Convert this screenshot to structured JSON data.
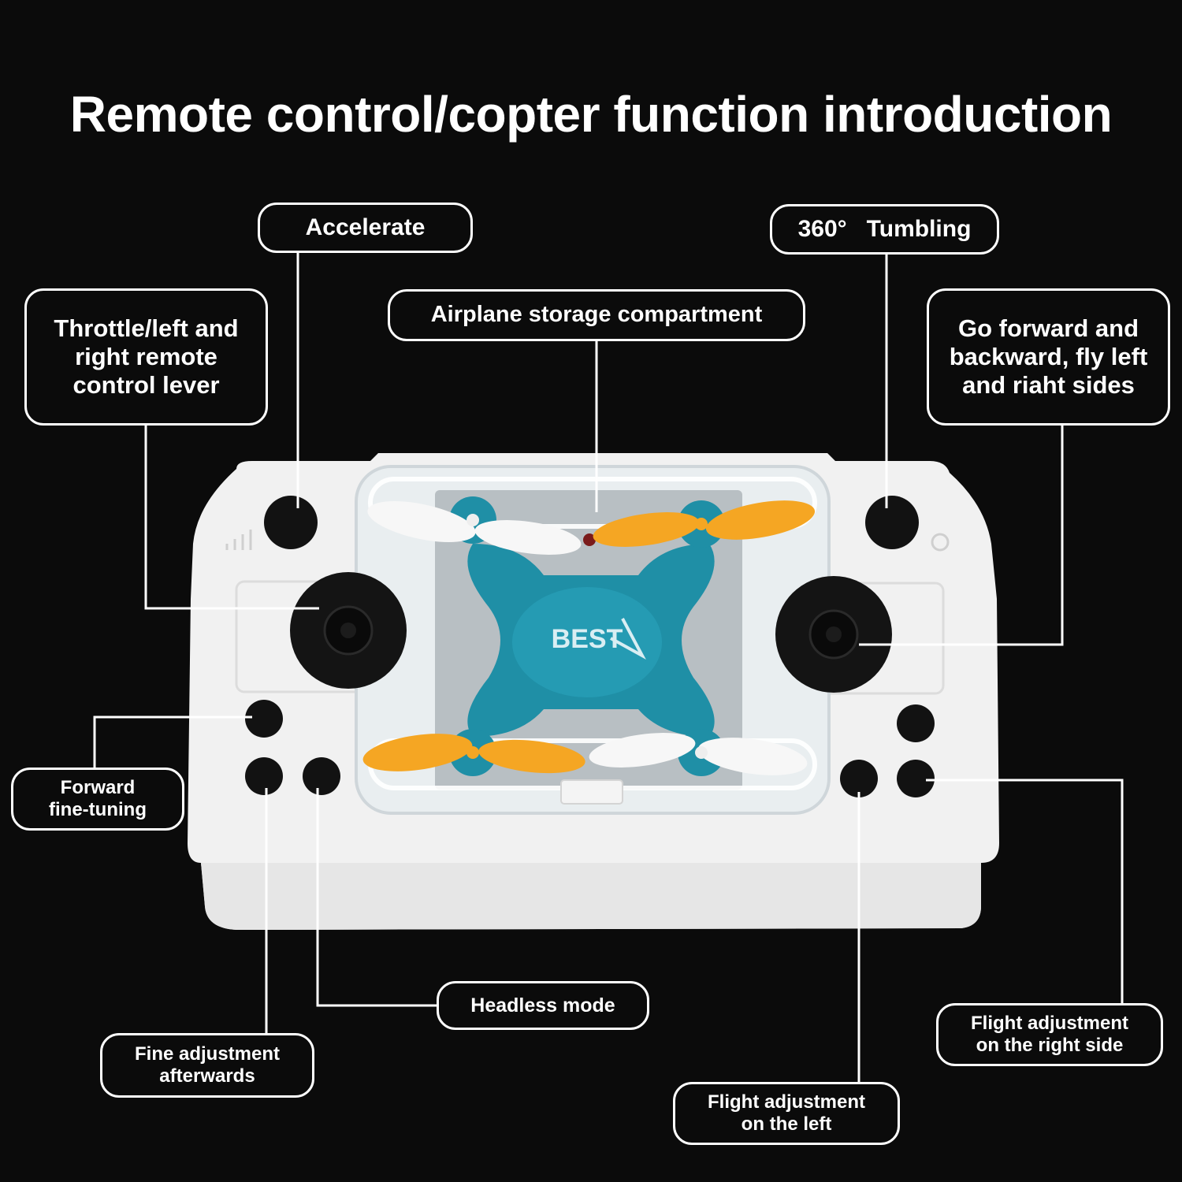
{
  "title": "Remote control/copter function introduction",
  "brand_logo": "BEST",
  "colors": {
    "background": "#0b0b0b",
    "text": "#ffffff",
    "controller_body": "#f2f2f2",
    "drone_body": "#1f8fa6",
    "propeller_orange": "#f5a623",
    "propeller_white": "#f7f7f7",
    "button": "#121212"
  },
  "callouts": {
    "accelerate": "Accelerate",
    "tumbling": "360°   Tumbling",
    "storage": "Airplane storage compartment",
    "throttle": [
      "Throttle/left and",
      "right remote",
      "control lever"
    ],
    "direction": [
      "Go forward and",
      "backward, fly left",
      "and riaht sides"
    ],
    "forward_trim": [
      "Forward",
      "fine-tuning"
    ],
    "headless": "Headless mode",
    "back_trim": [
      "Fine adjustment",
      "afterwards"
    ],
    "right_trim": [
      "Flight adjustment",
      "on the right side"
    ],
    "left_trim": [
      "Flight adjustment",
      "on the left"
    ]
  }
}
